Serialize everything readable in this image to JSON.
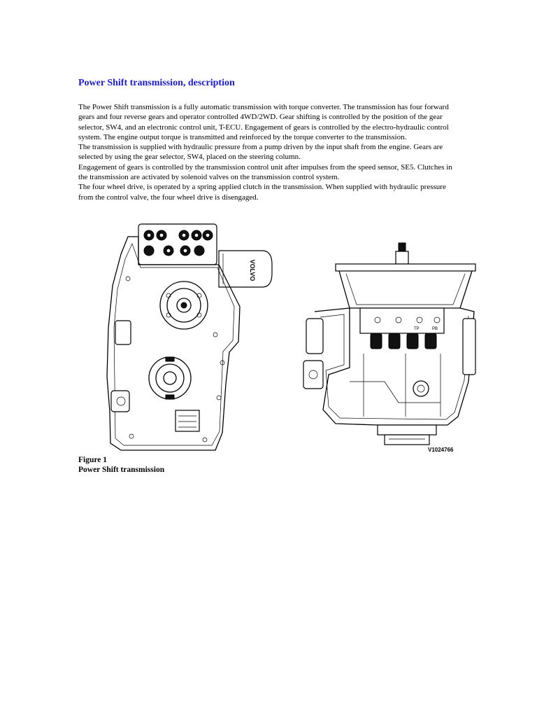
{
  "document": {
    "title": "Power Shift transmission, description",
    "paragraphs": [
      "The Power Shift transmission is a fully automatic transmission with torque converter. The transmission has four forward gears and four reverse gears and operator controlled 4WD/2WD. Gear shifting is controlled by the position of the gear selector, SW4, and an electronic control unit, T-ECU. Engagement of gears is controlled by the electro-hydraulic control system. The engine output torque is transmitted and reinforced by the torque converter to the transmission.",
      "The transmission is supplied with hydraulic pressure from a pump driven by the input shaft from the engine. Gears are selected by using the gear selector, SW4, placed on the steering column.",
      "Engagement of gears is controlled by the transmission control unit after impulses from the speed sensor, SE5. Clutches in the transmission are activated by solenoid valves on the transmission control system.",
      "The four wheel drive, is operated by a spring applied clutch in the transmission. When supplied with hydraulic pressure from the control valve, the four wheel drive is disengaged."
    ],
    "figure": {
      "code": "V1024766",
      "label": "Figure 1",
      "caption": "Power Shift transmission",
      "filter_label": "VOLVO",
      "valve_labels": [
        "TP",
        "PB"
      ]
    }
  }
}
